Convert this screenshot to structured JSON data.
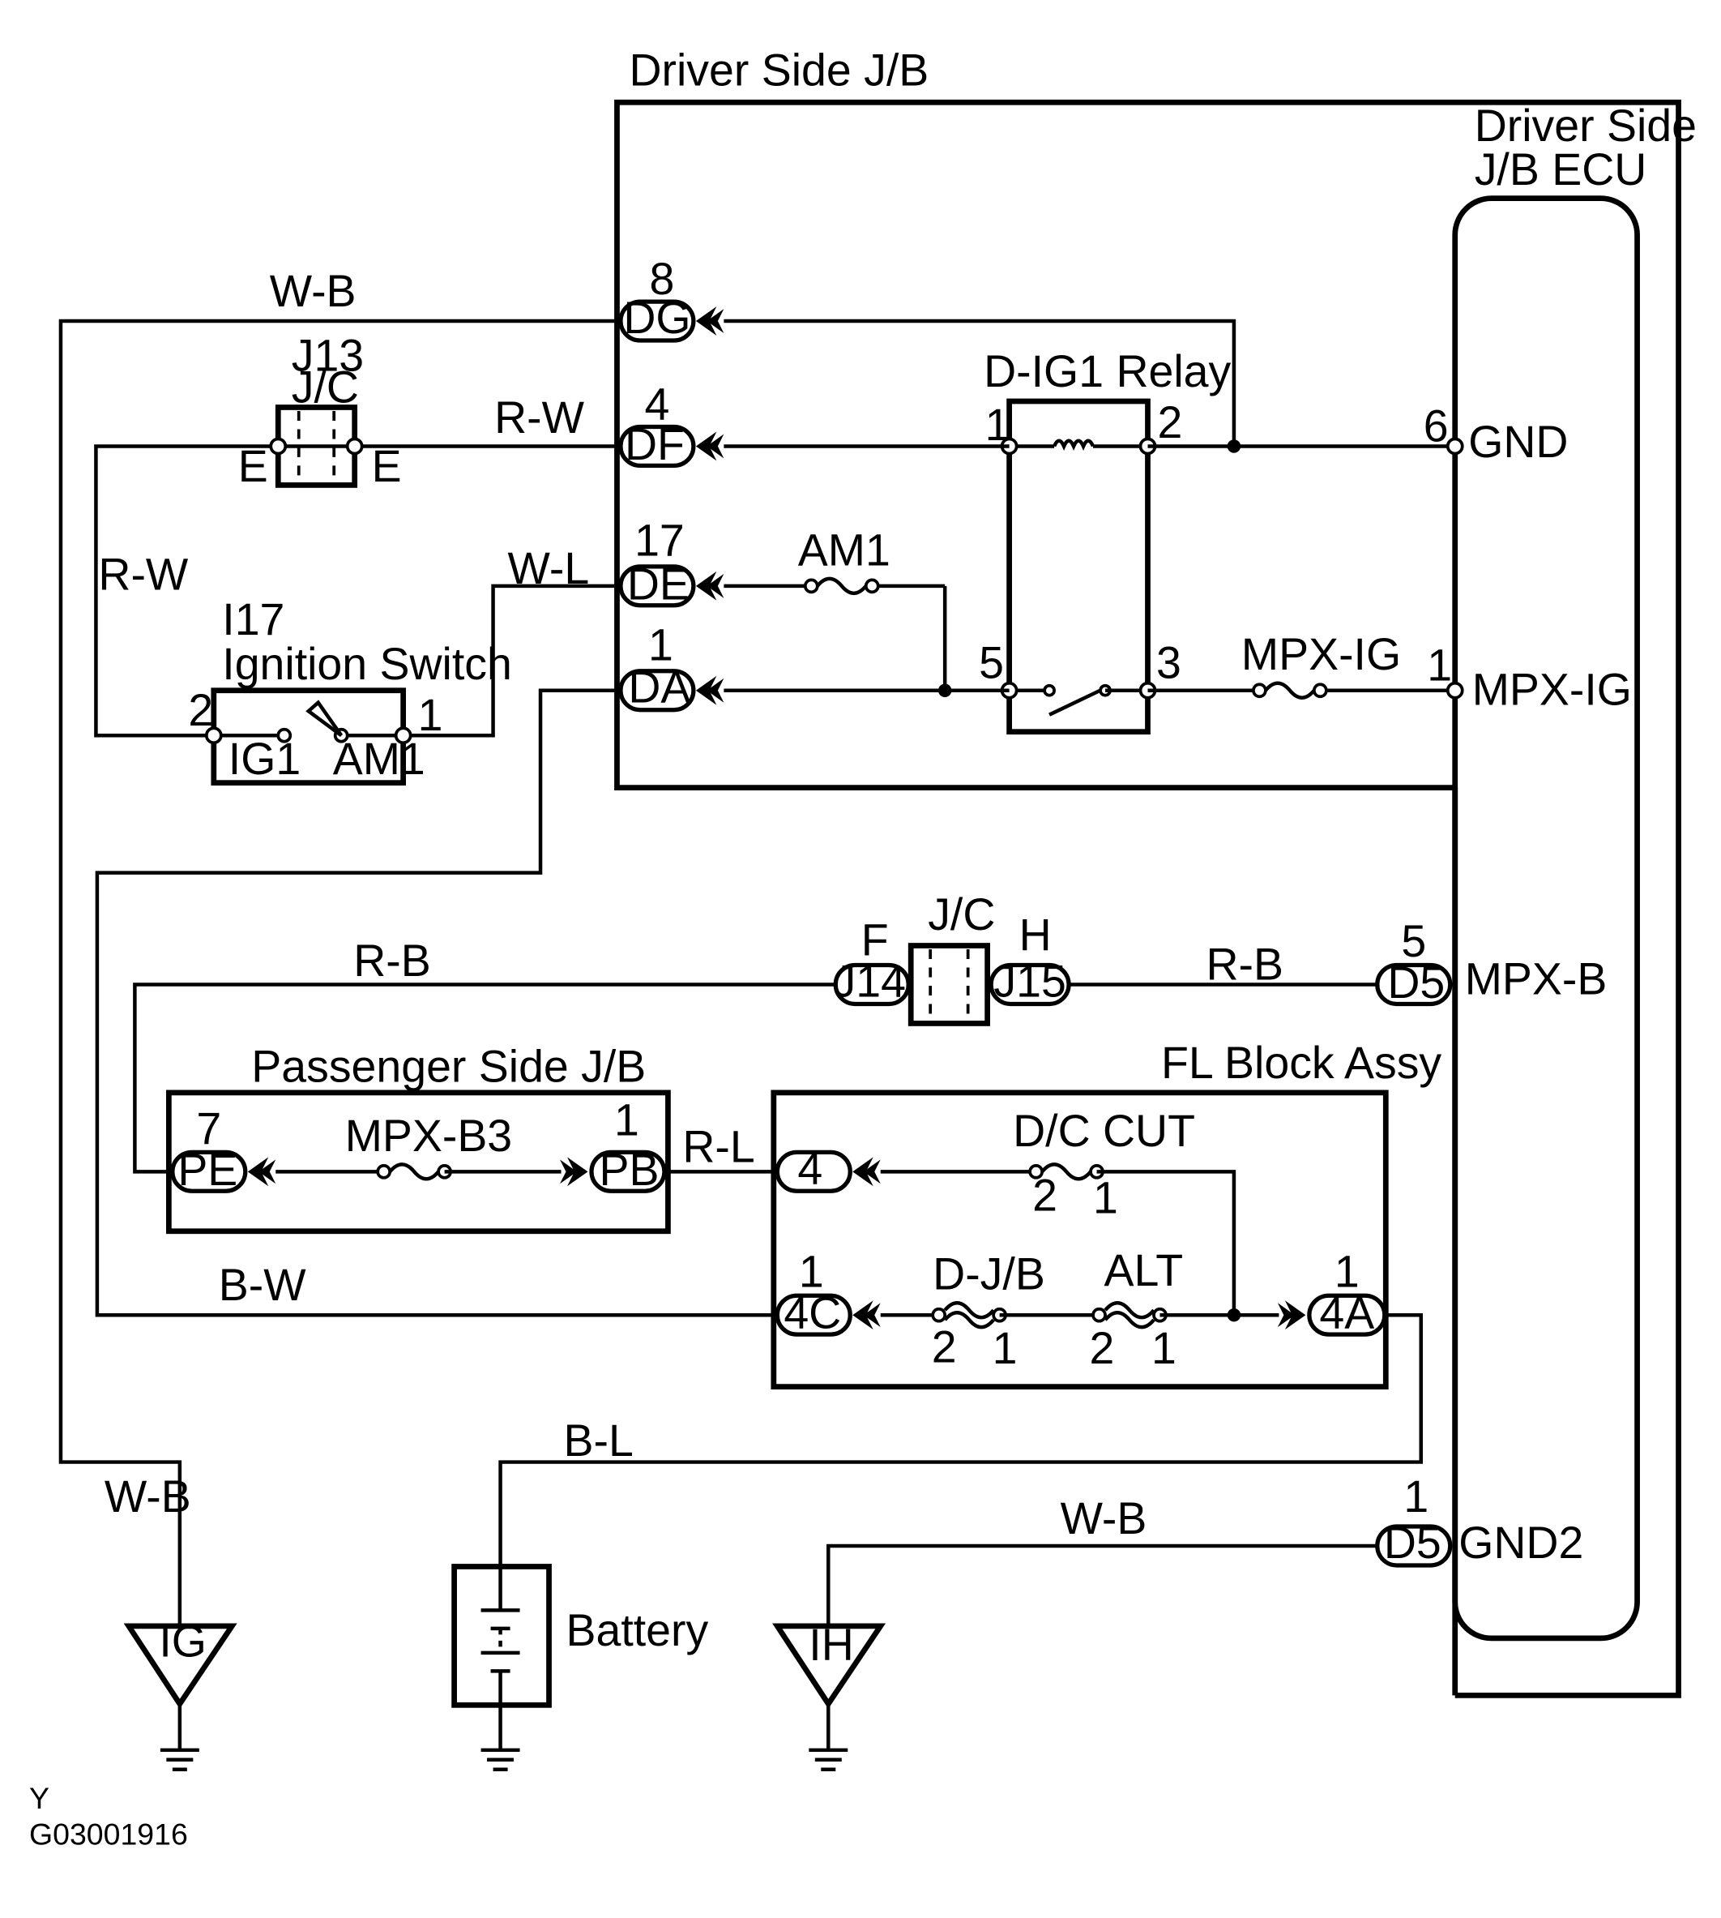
{
  "labels": {
    "driver_jb": "Driver Side J/B",
    "ecu_line1": "Driver Side",
    "ecu_line2": "J/B ECU",
    "relay": "D-IG1  Relay",
    "j13": "J13",
    "j13_jc": "J/C",
    "j13_left_e": "E",
    "j13_right_e": "E",
    "i17": "I17",
    "ign_switch": "Ignition Switch",
    "ign_ig1": "IG1",
    "ign_am1": "AM1",
    "jc_mid": "J/C",
    "jc_f": "F",
    "jc_h": "H",
    "passenger_jb": "Passenger Side J/B",
    "fl_block": "FL Block Assy",
    "battery": "Battery",
    "figure_code_y": "Y",
    "figure_code": "G03001916"
  },
  "wires": {
    "wb_top": "W-B",
    "rw_top": "R-W",
    "rw_left": "R-W",
    "wl": "W-L",
    "rb_left": "R-B",
    "rb_right": "R-B",
    "rl": "R-L",
    "bw": "B-W",
    "bl": "B-L",
    "wb_left": "W-B",
    "wb_bottom": "W-B"
  },
  "connectors": {
    "dg": "DG",
    "dg_pin": "8",
    "df": "DF",
    "df_pin": "4",
    "de": "DE",
    "de_pin": "17",
    "da": "DA",
    "da_pin": "1",
    "j14": "J14",
    "j15": "J15",
    "d5_top": "D5",
    "d5_top_pin": "5",
    "d5_bot": "D5",
    "d5_bot_pin": "1",
    "pe": "PE",
    "pe_pin": "7",
    "pb": "PB",
    "pb_pin": "1",
    "fl4": "4",
    "fl4c": "4C",
    "fl4c_pin": "1",
    "fl4a": "4A",
    "fl4a_pin": "1"
  },
  "pins": {
    "relay_1": "1",
    "relay_2": "2",
    "relay_5": "5",
    "relay_3": "3",
    "ecu_gnd_pin": "6",
    "ecu_gnd": "GND",
    "ecu_mpxig_pin": "1",
    "ecu_mpxig": "MPX-IG",
    "ecu_mpxb": "MPX-B",
    "ecu_gnd2": "GND2",
    "ign_2": "2",
    "ign_1": "1",
    "dc_cut_2": "2",
    "dc_cut_1": "1",
    "djb_2": "2",
    "djb_1": "1",
    "alt_2": "2",
    "alt_1": "1"
  },
  "fuses": {
    "am1": "AM1",
    "mpx_ig": "MPX-IG",
    "mpx_b3": "MPX-B3",
    "dc_cut": "D/C CUT",
    "djb": "D-J/B",
    "alt": "ALT"
  },
  "grounds": {
    "ig": "IG",
    "ih": "IH"
  }
}
